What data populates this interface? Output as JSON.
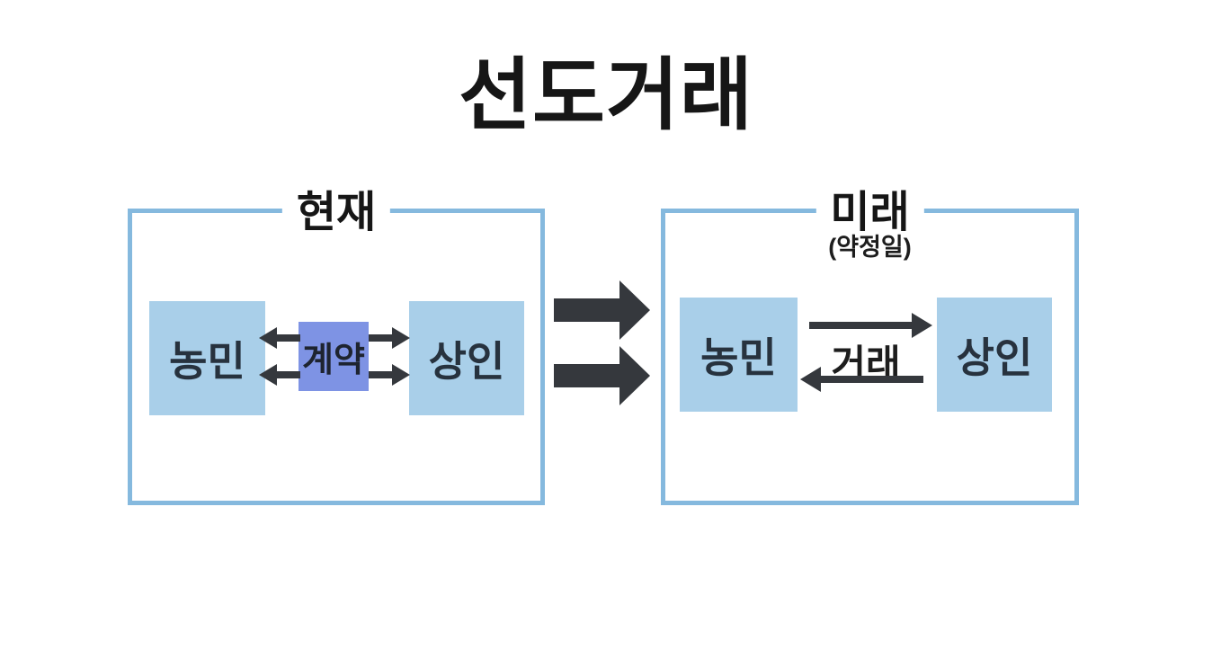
{
  "title": "선도거래",
  "colors": {
    "panel_border": "#85b9de",
    "entity_box_fill": "#a9cfe9",
    "contract_box_fill": "#7e93e4",
    "arrow_color": "#35383d",
    "heading_text": "#161616",
    "entity_text": "#27323e"
  },
  "present_panel": {
    "label": "현재",
    "left_entity": "농민",
    "center_box": "계약",
    "right_entity": "상인"
  },
  "future_panel": {
    "label": "미래",
    "sublabel": "(약정일)",
    "left_entity": "농민",
    "center_label": "거래",
    "right_entity": "상인"
  }
}
